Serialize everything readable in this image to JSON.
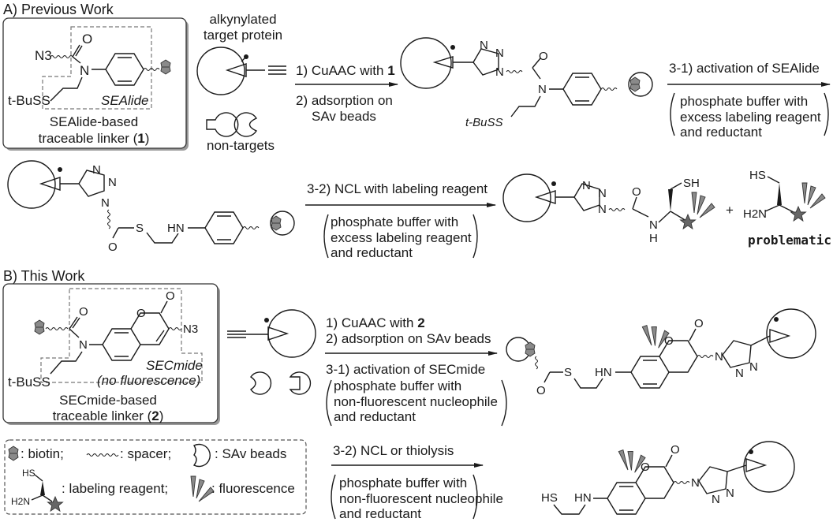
{
  "section_a": {
    "heading": "A) Previous Work",
    "linker_box": {
      "azide": "N3",
      "amide_o": "O",
      "amide_n": "N",
      "disulfide": "t-BuSS",
      "motif_label": "SEAlide",
      "caption_line1": "SEAlide-based",
      "caption_line2_prefix": "traceable linker (",
      "caption_compound": "1",
      "caption_line2_suffix": ")"
    },
    "protein_label_line1": "alkynylated",
    "protein_label_line2": "target protein",
    "non_targets_label": "non-targets",
    "step1": {
      "above_prefix": "1) CuAAC with ",
      "above_compound": "1",
      "below_line1": "2) adsorption on",
      "below_line2": "SAv beads"
    },
    "intermediate1": {
      "triazole_n1": "N",
      "triazole_n2": "N",
      "triazole_n3": "N",
      "o": "O",
      "n": "N",
      "disulfide": "t-BuSS"
    },
    "step3_1": {
      "above": "3-1) activation of SEAlide",
      "cond_line1": "phosphate buffer with",
      "cond_line2": "excess labeling reagent",
      "cond_line3": "and reductant"
    },
    "intermediate2": {
      "s": "S",
      "o": "O",
      "hn": "HN",
      "n": "N"
    },
    "step3_2": {
      "above": "3-2) NCL with labeling reagent",
      "cond_line1": "phosphate buffer with",
      "cond_line2": "excess labeling reagent",
      "cond_line3": "and reductant"
    },
    "product": {
      "sh": "SH",
      "o": "O",
      "nh_n": "N",
      "nh_h": "H",
      "n": "N"
    },
    "plus": "+",
    "byproduct": {
      "hs": "HS",
      "h2n": "H2N"
    },
    "problem_label": "problematic"
  },
  "section_b": {
    "heading": "B) This Work",
    "linker_box": {
      "azide": "N3",
      "amide_o": "O",
      "lactone_o": "O",
      "ring_o": "O",
      "amide_n": "N",
      "disulfide": "t-BuSS",
      "motif_label": "SECmide",
      "motif_note": "(no fluorescence)",
      "caption_line1": "SECmide-based",
      "caption_line2_prefix": "traceable linker (",
      "caption_compound": "2",
      "caption_line2_suffix": ")"
    },
    "step1": {
      "line1_prefix": "1) CuAAC with ",
      "line1_compound": "2",
      "line2": "2) adsorption on SAv beads",
      "below_line1": "3-1) activation of SECmide",
      "cond_line1": "phosphate buffer with",
      "cond_line2": "non-fluorescent nucleophile",
      "cond_line3": "and reductant"
    },
    "intermediate": {
      "s": "S",
      "o": "O",
      "hn": "HN",
      "ring_o": "O",
      "lactone_o": "O"
    },
    "step3_2": {
      "above": "3-2) NCL or thiolysis",
      "cond_line1": "phosphate buffer with",
      "cond_line2": "non-fluorescent nucleophile",
      "cond_line3": "and reductant"
    },
    "product": {
      "hs": "HS",
      "hn": "HN",
      "ring_o": "O",
      "lactone_o": "O"
    }
  },
  "legend": {
    "biotin": ": biotin;",
    "spacer": ": spacer;",
    "beads": ": SAv beads",
    "hs": "HS",
    "h2n": "H2N",
    "labeling": ": labeling reagent;",
    "fluorescence": ": fluorescence"
  }
}
